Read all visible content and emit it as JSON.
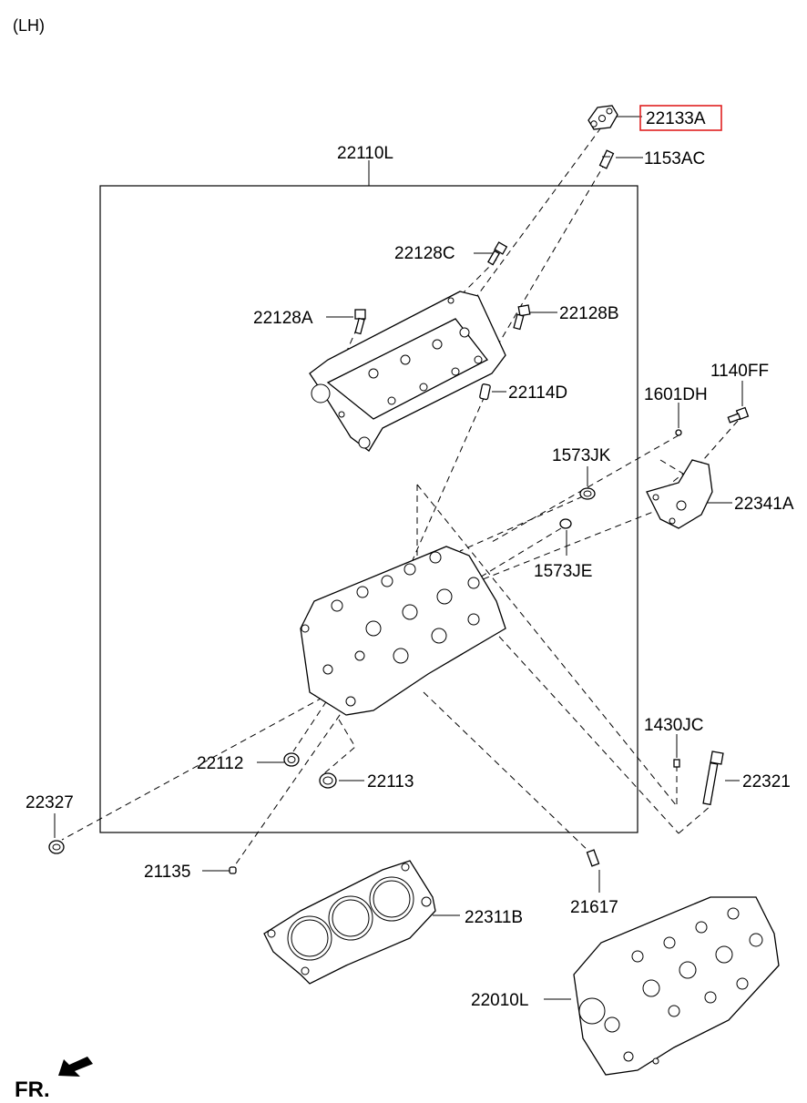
{
  "header": {
    "side": "(LH)"
  },
  "footer": {
    "direction": "FR."
  },
  "highlight_color": "#e02020",
  "parts": {
    "p22133A": "22133A",
    "p1153AC": "1153AC",
    "p22110L": "22110L",
    "p22128C": "22128C",
    "p22128A": "22128A",
    "p22128B": "22128B",
    "p22114D": "22114D",
    "p1601DH": "1601DH",
    "p1140FF": "1140FF",
    "p1573JK": "1573JK",
    "p22341A": "22341A",
    "p1573JE": "1573JE",
    "p1430JC": "1430JC",
    "p22321": "22321",
    "p22112": "22112",
    "p22113": "22113",
    "p22327": "22327",
    "p21135": "21135",
    "p21617": "21617",
    "p22311B": "22311B",
    "p22010L": "22010L"
  }
}
